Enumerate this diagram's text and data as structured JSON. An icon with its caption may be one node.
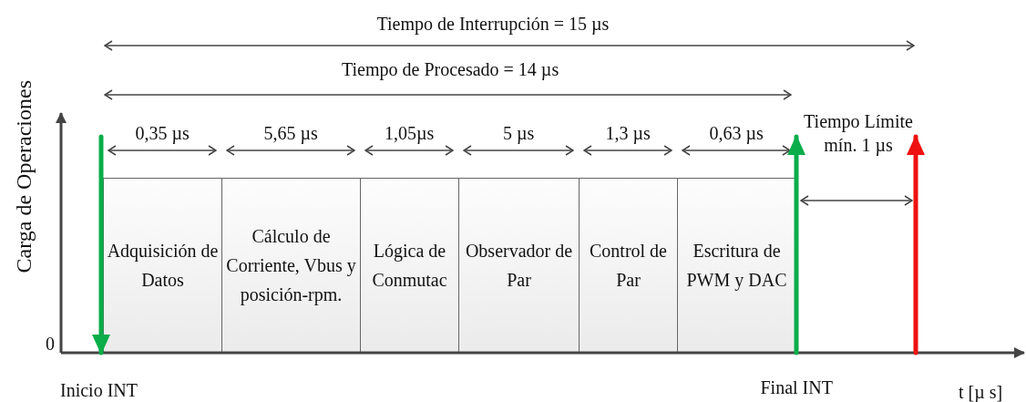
{
  "diagram": {
    "nodes": [
      {
        "text": [
          "Adquisición de Datos"
        ],
        "beside": [
          "0,35 µs"
        ]
      },
      {
        "text": [
          "Cálculo de Corriente, Vbus y posición-rpm."
        ],
        "beside": [
          "5,65 µs"
        ]
      },
      {
        "text": [
          "Lógica de Conmutac"
        ],
        "beside": [
          "1,05µs"
        ]
      },
      {
        "text": [
          "Observador de Par"
        ],
        "beside": [
          "5 µs"
        ]
      },
      {
        "text": [
          "Control de Par"
        ],
        "beside": [
          "1,3 µs"
        ]
      },
      {
        "text": [
          "Escritura de PWM y DAC"
        ],
        "beside": [
          "0,63 µs"
        ]
      }
    ],
    "edges": [],
    "labels": [
      "Tiempo de Interrupción = 15 µs",
      "Tiempo de Procesado = 14 µs",
      "Carga de Operaciones",
      "Tiempo Límite mín. 1 µs",
      "0",
      "Inicio INT",
      "Final INT",
      "t [µ s]"
    ]
  }
}
